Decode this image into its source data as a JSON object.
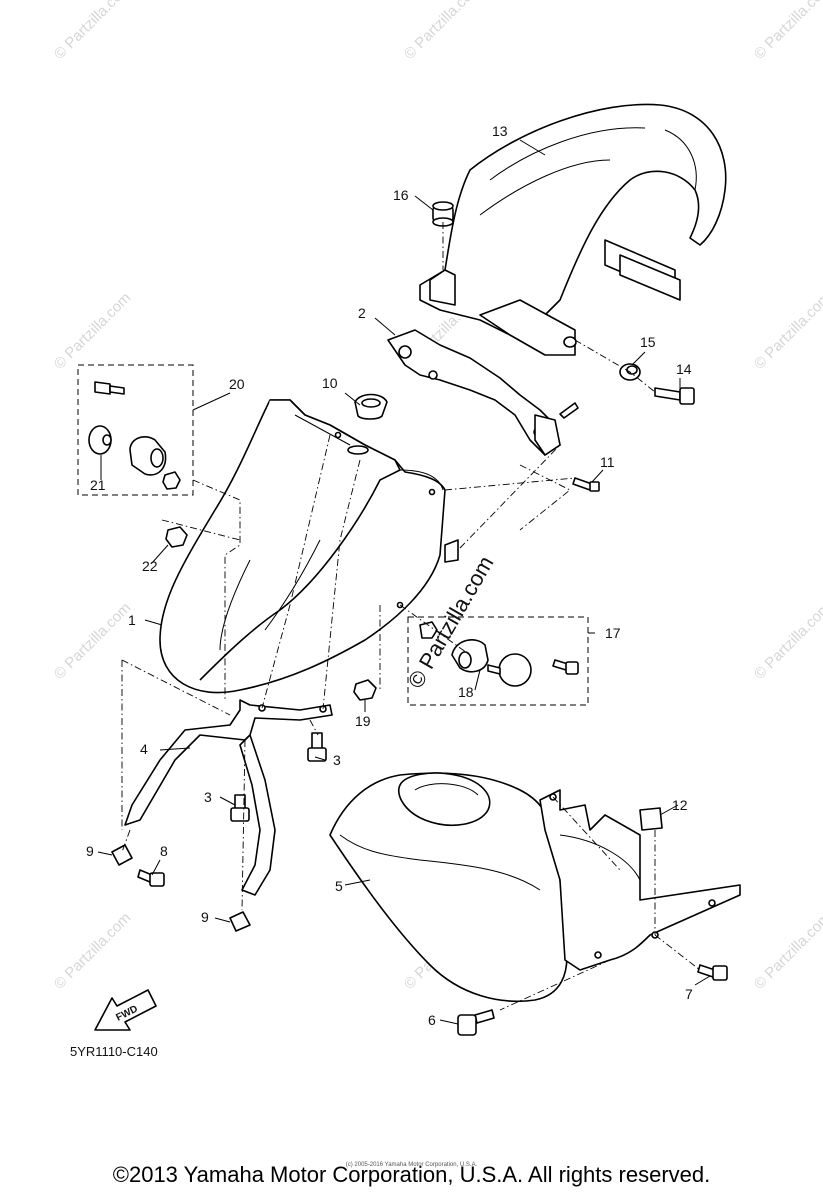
{
  "diagram": {
    "code": "5YR1110-C140",
    "fwd_label": "FWD",
    "watermark": "© Partzilla.com",
    "callouts": {
      "p1": "1",
      "p2": "2",
      "p3a": "3",
      "p3b": "3",
      "p4": "4",
      "p5": "5",
      "p6": "6",
      "p7": "7",
      "p8": "8",
      "p9a": "9",
      "p9b": "9",
      "p10": "10",
      "p11": "11",
      "p12": "12",
      "p13": "13",
      "p14": "14",
      "p15": "15",
      "p16": "16",
      "p17": "17",
      "p18": "18",
      "p19": "19",
      "p20": "20",
      "p21": "21",
      "p22": "22"
    }
  },
  "footer": {
    "copyright": "©2013 Yamaha Motor Corporation, U.S.A. All rights reserved.",
    "tiny_credit": "(c) 2005-2016 Yamaha Motor Corporation, U.S.A."
  }
}
